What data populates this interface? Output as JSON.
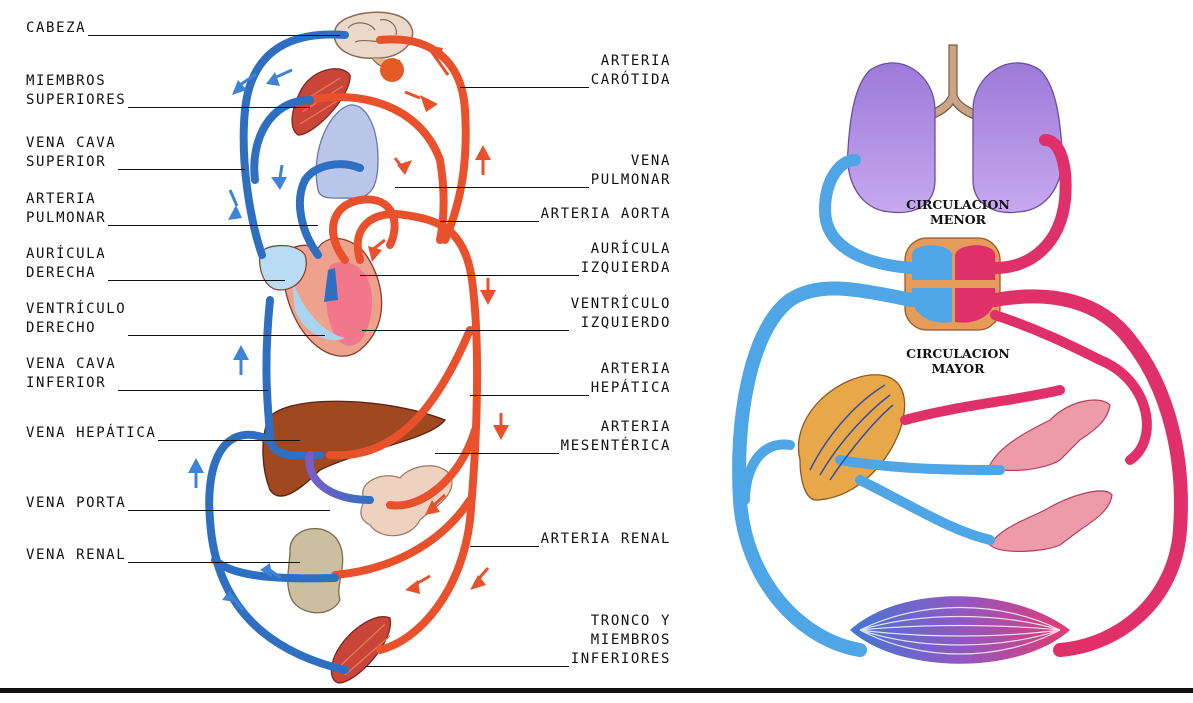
{
  "left_diagram": {
    "labels_left": [
      {
        "id": "cabeza",
        "lines": [
          "CABEZA"
        ]
      },
      {
        "id": "miembros-superiores",
        "lines": [
          "MIEMBROS",
          "SUPERIORES"
        ]
      },
      {
        "id": "vena-cava-superior",
        "lines": [
          "VENA CAVA",
          "SUPERIOR"
        ]
      },
      {
        "id": "arteria-pulmonar",
        "lines": [
          "ARTERIA",
          "PULMONAR"
        ]
      },
      {
        "id": "auricula-derecha",
        "lines": [
          "AURÍCULA",
          "DERECHA"
        ]
      },
      {
        "id": "ventriculo-derecho",
        "lines": [
          "VENTRÍCULO",
          "DERECHO"
        ]
      },
      {
        "id": "vena-cava-inferior",
        "lines": [
          "VENA CAVA",
          "INFERIOR"
        ]
      },
      {
        "id": "vena-hepatica",
        "lines": [
          "VENA HEPÁTICA"
        ]
      },
      {
        "id": "vena-porta",
        "lines": [
          "VENA PORTA"
        ]
      },
      {
        "id": "vena-renal",
        "lines": [
          "VENA RENAL"
        ]
      }
    ],
    "labels_right": [
      {
        "id": "arteria-carotida",
        "lines": [
          "ARTERIA",
          "CARÓTIDA"
        ]
      },
      {
        "id": "vena-pulmonar",
        "lines": [
          "VENA",
          "PULMONAR"
        ]
      },
      {
        "id": "arteria-aorta",
        "lines": [
          "ARTERIA AORTA"
        ]
      },
      {
        "id": "auricula-izquierda",
        "lines": [
          "AURÍCULA",
          "IZQUIERDA"
        ]
      },
      {
        "id": "ventriculo-izquierdo",
        "lines": [
          "VENTRÍCULO",
          "IZQUIERDO"
        ]
      },
      {
        "id": "arteria-hepatica",
        "lines": [
          "ARTERIA",
          "HEPÁTICA"
        ]
      },
      {
        "id": "arteria-mesenterica",
        "lines": [
          "ARTERIA",
          "MESENTÉRICA"
        ]
      },
      {
        "id": "arteria-renal",
        "lines": [
          "ARTERIA RENAL"
        ]
      },
      {
        "id": "tronco-miembros-inferiores",
        "lines": [
          "TRONCO Y",
          "MIEMBROS",
          "INFERIORES"
        ]
      }
    ]
  },
  "right_diagram": {
    "circulacion_menor": "CIRCULACION\nMENOR",
    "circulacion_mayor": "CIRCULACION\nMAYOR"
  },
  "colors": {
    "artery": "#e8512b",
    "vein": "#2f6fc2",
    "arrow_red": "#e8512b",
    "arrow_blue": "#3d83d8",
    "pink_artery": "#e0306a",
    "light_vein": "#4ea6e6"
  }
}
